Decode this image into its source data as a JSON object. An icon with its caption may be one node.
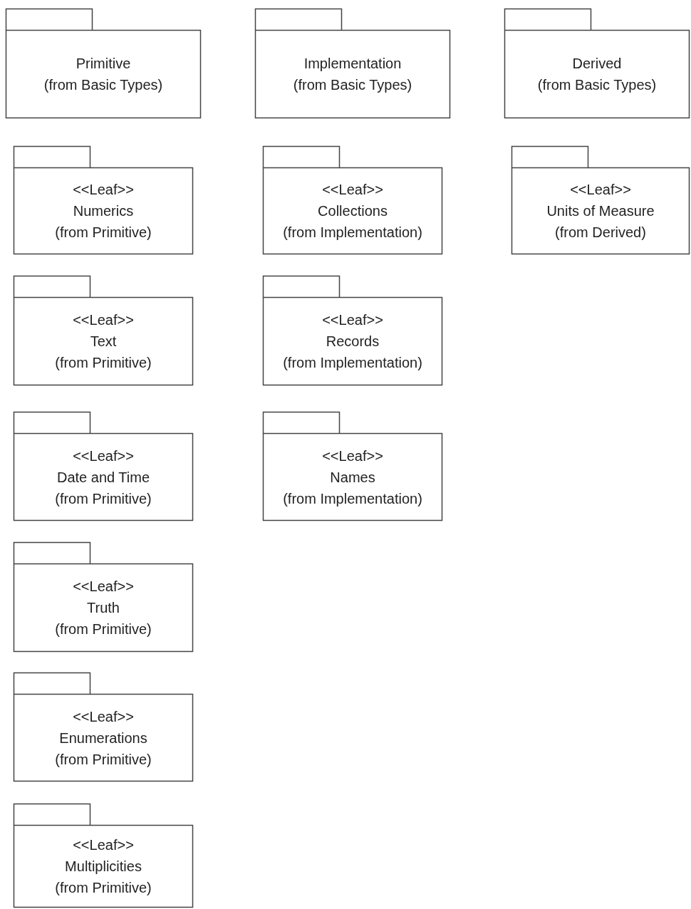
{
  "diagram": {
    "nodes": [
      {
        "text": [
          "Primitive",
          "(from Basic Types)"
        ]
      },
      {
        "text": [
          "Implementation",
          "(from Basic Types)"
        ]
      },
      {
        "text": [
          "Derived",
          "(from Basic Types)"
        ]
      },
      {
        "text": [
          "<<Leaf>>",
          "Numerics",
          "(from Primitive)"
        ]
      },
      {
        "text": [
          "<<Leaf>>",
          "Collections",
          "(from Implementation)"
        ]
      },
      {
        "text": [
          "<<Leaf>>",
          "Units of Measure",
          "(from Derived)"
        ]
      },
      {
        "text": [
          "<<Leaf>>",
          "Text",
          "(from Primitive)"
        ]
      },
      {
        "text": [
          "<<Leaf>>",
          "Records",
          "(from Implementation)"
        ]
      },
      {
        "text": [
          "<<Leaf>>",
          "Date and Time",
          "(from Primitive)"
        ]
      },
      {
        "text": [
          "<<Leaf>>",
          "Names",
          "(from Implementation)"
        ]
      },
      {
        "text": [
          "<<Leaf>>",
          "Truth",
          "(from Primitive)"
        ]
      },
      {
        "text": [
          "<<Leaf>>",
          "Enumerations",
          "(from Primitive)"
        ]
      },
      {
        "text": [
          "<<Leaf>>",
          "Multiplicities",
          "(from Primitive)"
        ]
      }
    ]
  }
}
